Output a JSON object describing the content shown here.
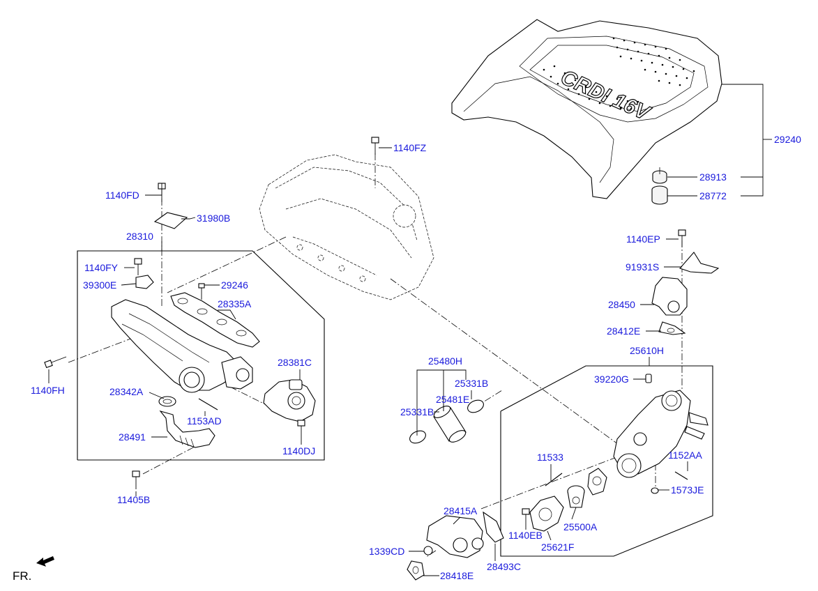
{
  "diagram": {
    "direction_label": "FR.",
    "cover_logo_text": "CRDI 16V",
    "part_labels": {
      "p29240": "29240",
      "p28913": "28913",
      "p28772": "28772",
      "p1140FZ": "1140FZ",
      "p1140FD": "1140FD",
      "p31980B": "31980B",
      "p28310": "28310",
      "p1140FY": "1140FY",
      "p39300E": "39300E",
      "p29246": "29246",
      "p28335A": "28335A",
      "p1140FH": "1140FH",
      "p28381C": "28381C",
      "p28342A": "28342A",
      "p1153AD": "1153AD",
      "p28491": "28491",
      "p1140DJ": "1140DJ",
      "p11405B": "11405B",
      "p1140EP": "1140EP",
      "p91931S": "91931S",
      "p28450": "28450",
      "p28412E": "28412E",
      "p25610H": "25610H",
      "p25480H": "25480H",
      "p25331B_top": "25331B",
      "p25481E": "25481E",
      "p25331B_left": "25331B",
      "p39220G": "39220G",
      "p11533": "11533",
      "p1152AA": "1152AA",
      "p1573JE": "1573JE",
      "p28415A": "28415A",
      "p1140EB": "1140EB",
      "p25500A": "25500A",
      "p1339CD": "1339CD",
      "p25621F": "25621F",
      "p28493C": "28493C",
      "p28418E": "28418E"
    }
  }
}
